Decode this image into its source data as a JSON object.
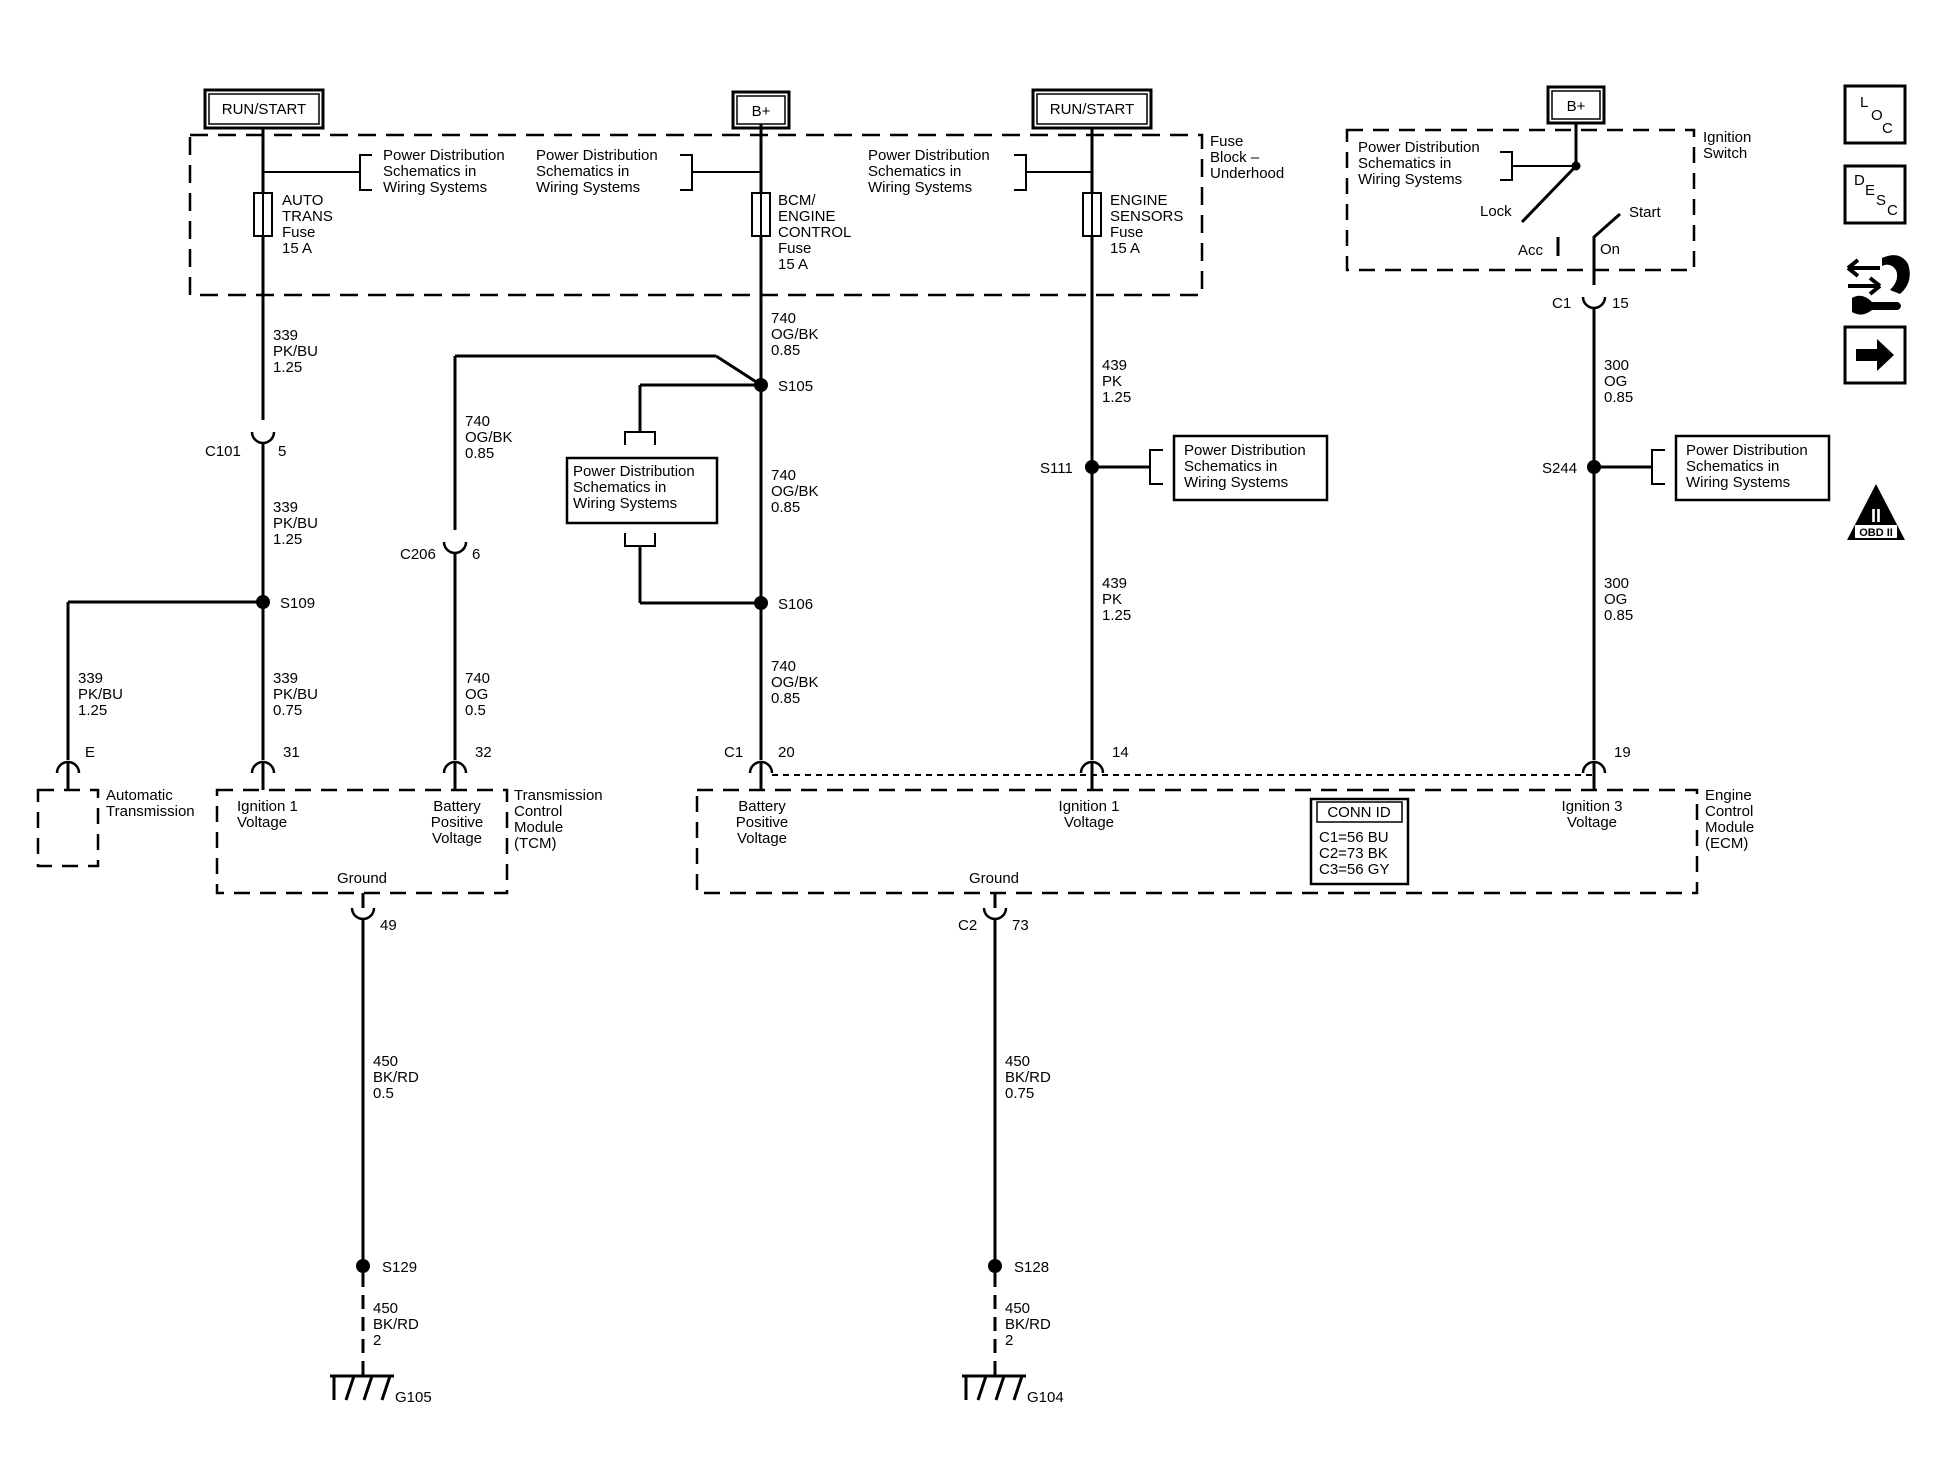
{
  "supplies": {
    "run_start_left": "RUN/START",
    "b_plus_center": "B+",
    "run_start_right": "RUN/START",
    "b_plus_ign": "B+"
  },
  "fuse_block": {
    "title": [
      "Fuse",
      "Block –",
      "Underhood"
    ]
  },
  "power_dist": [
    "Power Distribution",
    "Schematics in",
    "Wiring Systems"
  ],
  "fuses": {
    "auto_trans": [
      "AUTO",
      "TRANS",
      "Fuse",
      "15 A"
    ],
    "bcm": [
      "BCM/",
      "ENGINE",
      "CONTROL",
      "Fuse",
      "15 A"
    ],
    "engine_sensors": [
      "ENGINE",
      "SENSORS",
      "Fuse",
      "15 A"
    ]
  },
  "ignition_switch": {
    "title": [
      "Ignition",
      "Switch"
    ],
    "lock": "Lock",
    "acc": "Acc",
    "start": "Start",
    "on": "On"
  },
  "wires": {
    "w339a": [
      "339",
      "PK/BU",
      "1.25"
    ],
    "w339b": [
      "339",
      "PK/BU",
      "1.25"
    ],
    "w339c": [
      "339",
      "PK/BU",
      "1.25"
    ],
    "w339d": [
      "339",
      "PK/BU",
      "0.75"
    ],
    "w740a": [
      "740",
      "OG/BK",
      "0.85"
    ],
    "w740b": [
      "740",
      "OG/BK",
      "0.85"
    ],
    "w740c": [
      "740",
      "OG/BK",
      "0.85"
    ],
    "w740d": [
      "740",
      "OG/BK",
      "0.85"
    ],
    "w740e": [
      "740",
      "OG",
      "0.5"
    ],
    "w439a": [
      "439",
      "PK",
      "1.25"
    ],
    "w439b": [
      "439",
      "PK",
      "1.25"
    ],
    "w300a": [
      "300",
      "OG",
      "0.85"
    ],
    "w300b": [
      "300",
      "OG",
      "0.85"
    ],
    "w450a": [
      "450",
      "BK/RD",
      "0.5"
    ],
    "w450b": [
      "450",
      "BK/RD",
      "2"
    ],
    "w450c": [
      "450",
      "BK/RD",
      "0.75"
    ],
    "w450d": [
      "450",
      "BK/RD",
      "2"
    ]
  },
  "splices": {
    "s105": "S105",
    "s106": "S106",
    "s109": "S109",
    "s111": "S111",
    "s244": "S244",
    "s129": "S129",
    "s128": "S128"
  },
  "connectors": {
    "c101": "C101",
    "c101_pin": "5",
    "c206": "C206",
    "c206_pin": "6",
    "c1_ign": "C1",
    "c1_ign_pin": "15",
    "tcm_31": "31",
    "tcm_32": "32",
    "at_e": "E",
    "ecm_c1": "C1",
    "ecm_20": "20",
    "ecm_14": "14",
    "ecm_19": "19",
    "tcm_49": "49",
    "ecm_c2": "C2",
    "ecm_73": "73"
  },
  "modules": {
    "auto_trans": [
      "Automatic",
      "Transmission"
    ],
    "tcm": [
      "Transmission",
      "Control",
      "Module",
      "(TCM)"
    ],
    "tcm_ign1": [
      "Ignition 1",
      "Voltage"
    ],
    "tcm_batt": [
      "Battery",
      "Positive",
      "Voltage"
    ],
    "tcm_ground": "Ground",
    "ecm": [
      "Engine",
      "Control",
      "Module",
      "(ECM)"
    ],
    "ecm_batt": [
      "Battery",
      "Positive",
      "Voltage"
    ],
    "ecm_ign1": [
      "Ignition 1",
      "Voltage"
    ],
    "ecm_ign3": [
      "Ignition 3",
      "Voltage"
    ],
    "ecm_ground": "Ground"
  },
  "conn_id": {
    "title": "CONN ID",
    "lines": [
      "C1=56 BU",
      "C2=73 BK",
      "C3=56 GY"
    ]
  },
  "grounds": {
    "g105": "G105",
    "g104": "G104"
  },
  "side_icons": {
    "loc": [
      "L",
      "O",
      "C"
    ],
    "desc": [
      "D",
      "E",
      "S",
      "C"
    ],
    "obd": "OBD II",
    "obd_mark": "II",
    "icon_names": [
      "loc-icon",
      "desc-icon",
      "connector-wrench-icon",
      "arrow-right-icon",
      "obd-ii-icon"
    ]
  }
}
